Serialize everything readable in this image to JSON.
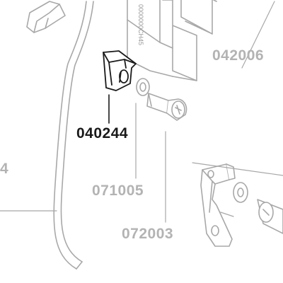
{
  "diagram": {
    "part_labels": {
      "highlighted": "040244",
      "washer": "071005",
      "screw": "072003",
      "upper_right": "042006",
      "left_partial": "4"
    },
    "plate_stamp": "0000000CH45",
    "colors": {
      "highlight_stroke": "#1a1a1a",
      "background_stroke": "#a8a8a8",
      "background_text": "#b3b3b3",
      "page": "#ffffff"
    }
  }
}
